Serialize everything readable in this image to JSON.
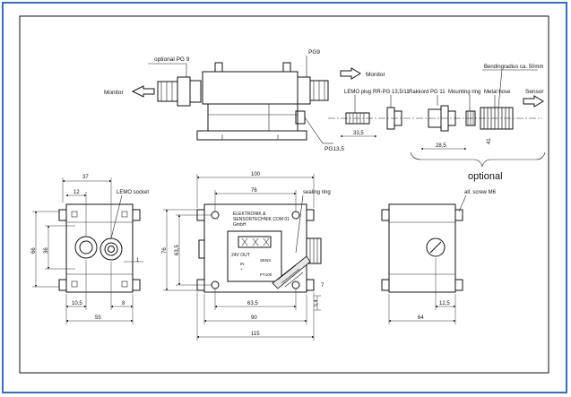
{
  "top_view": {
    "optional_pg9": "optional PG 9",
    "pg9": "PG9",
    "monitor_left": "Monitor",
    "monitor_right": "Monitor",
    "lemo_plug": "LEMO plug",
    "rr_pg": "RR-PG 13,5/11",
    "rakkord": "Rakkord PG 11",
    "mounting_ring": "Mounting ring",
    "metal_hose": "Metal hose",
    "bending_radius": "Bendingradius ca. 50mm",
    "sensor": "Sensor",
    "pg135": "PG13,5",
    "dim_335": "33,5",
    "dim_285": "28,5",
    "dim_41": "41",
    "optional": "optional"
  },
  "left_view": {
    "dim_37": "37",
    "dim_12": "12",
    "lemo_socket": "LEMO socket",
    "dim_66": "66",
    "dim_36": "36",
    "dim_1": "1",
    "dim_105": "10,5",
    "dim_8": "8",
    "dim_55": "55"
  },
  "center_view": {
    "dim_100": "100",
    "dim_76": "76",
    "sealing_ring": "sealing ring",
    "dim_76v": "76",
    "dim_635v": "63,5",
    "dim_635": "63,5",
    "dim_90": "90",
    "dim_115": "115",
    "dim_54": "5,4",
    "dim_7": "7",
    "plate_line1": "ELEKTRONIK &",
    "plate_line2": "SENSORTECHNIK COM 01",
    "plate_line3": "GmbH",
    "out_label": "24V OUT",
    "term_a": "IN",
    "term_b": "+",
    "term_c": "SENS",
    "term_d": "PT100"
  },
  "right_view": {
    "allen_screw": "all. screw M6",
    "dim_125": "12,5",
    "dim_64": "64"
  }
}
